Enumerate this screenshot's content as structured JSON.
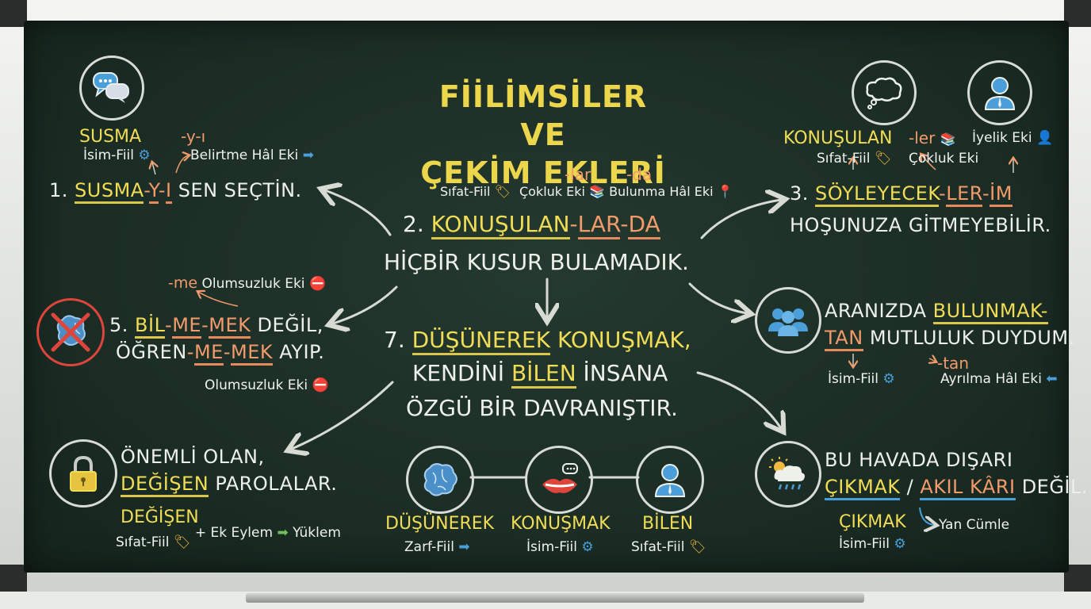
{
  "title": {
    "line1": "FİİLİMSİLER VE",
    "line2": "ÇEKİM EKLERİ"
  },
  "s1": {
    "label": "SUSMA",
    "type": "İsim-Fiil",
    "suffix": "-y-ı",
    "suffix_desc": "Belirtme Hâl Eki",
    "num": "1.",
    "p1": "SUSMA",
    "d1": "-",
    "p2": "Y",
    "d2": "-",
    "p3": "I",
    "rest": "SEN SEÇTİN."
  },
  "s2": {
    "type1": "Sıfat-Fiil",
    "suf2": "-lar",
    "type2": "Çokluk Eki",
    "suf3": "-da",
    "type3": "Bulunma Hâl Eki",
    "num": "2.",
    "p1": "KONUŞULAN",
    "d1": "-",
    "p2": "LAR",
    "d2": "-",
    "p3": "DA",
    "line2": "HİÇBİR KUSUR BULAMADIK."
  },
  "s3": {
    "label": "KONUŞULAN",
    "type": "Sıfat-Fiil",
    "suf2": "-ler",
    "type2": "Çokluk Eki",
    "type3": "İyelik Eki",
    "num": "3.",
    "p1": "SÖYLEYECEK",
    "d1": "-",
    "p2": "LER",
    "d2": "-",
    "p3": "İM",
    "line2": "HOŞUNUZA GİTMEYEBİLİR."
  },
  "s4": {
    "l1a": "ARANIZDA",
    "l1b": "BULUNMAK-",
    "l2a": "TAN",
    "l2b": "MUTLULUK DUYDUM.",
    "suffix": "-tan",
    "type": "İsim-Fiil",
    "suffix_desc": "Ayrılma Hâl Eki"
  },
  "s5": {
    "top_suffix": "-me",
    "top_desc": "Olumsuzluk Eki",
    "num": "5.",
    "p1": "BİL",
    "d1": "-",
    "p2": "ME",
    "d2": "-",
    "p3": "MEK",
    "rest1": "DEĞİL,",
    "q1": "ÖĞREN",
    "q2": "ME",
    "q3": "MEK",
    "rest2": "AYIP.",
    "bottom_desc": "Olumsuzluk Eki"
  },
  "s6": {
    "line1": "ÖNEMLİ OLAN,",
    "word": "DEĞİŞEN",
    "rest": "PAROLALAR.",
    "label": "DEĞİŞEN",
    "type": "Sıfat-Fiil",
    "plus": "+ Ek Eylem",
    "result": "Yüklem"
  },
  "s7": {
    "num": "7.",
    "w1": "DÜŞÜNEREK",
    "w2": "KONUŞMAK,",
    "l2a": "KENDİNİ",
    "l2b": "BİLEN",
    "l2c": "İNSANA",
    "line3": "ÖZGÜ BİR DAVRANIŞTIR.",
    "items": [
      {
        "word": "DÜŞÜNEREK",
        "type": "Zarf-Fiil"
      },
      {
        "word": "KONUŞMAK",
        "type": "İsim-Fiil"
      },
      {
        "word": "BİLEN",
        "type": "Sıfat-Fiil"
      }
    ]
  },
  "s8": {
    "line1": "BU HAVADA DIŞARI",
    "w1": "ÇIKMAK",
    "slash": "/",
    "w2": "AKIL KÂRI",
    "rest": "DEĞİL.",
    "label": "ÇIKMAK",
    "type": "İsim-Fiil",
    "desc": "Yan Cümle"
  },
  "icons": [
    "speech-bubbles-icon",
    "thought-bubble-icon",
    "person-icon",
    "no-brain-icon",
    "group-icon",
    "lock-icon",
    "brain-icon",
    "mouth-icon",
    "weather-icon",
    "gear-icon",
    "tag-icon",
    "arrow-icon",
    "books-icon",
    "pin-icon",
    "minus-icon"
  ],
  "colors": {
    "board": "#1b2d25",
    "yellow": "#f0dc55",
    "orange": "#f39a6b",
    "blue": "#4a9fd8",
    "chalk": "#eef0ea"
  }
}
